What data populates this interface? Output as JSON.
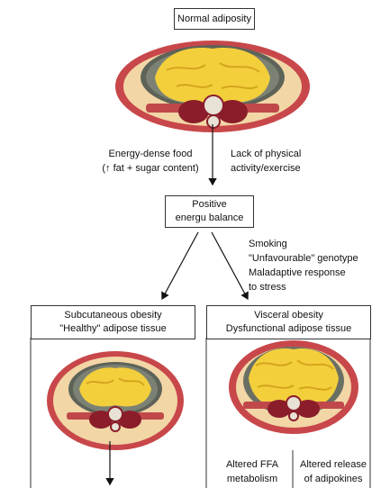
{
  "top_box": {
    "title": "Normal adiposity"
  },
  "left_factors": {
    "line1": "Energy-dense food",
    "line2": "(↑ fat + sugar content)"
  },
  "right_factors": {
    "line1": "Lack of physical",
    "line2": "activity/exercise"
  },
  "balance_box": {
    "line1": "Positive",
    "line2": "energu balance"
  },
  "risk_factors": {
    "line1": "Smoking",
    "line2": "\"Unfavourable\" genotype",
    "line3": "Maladaptive response",
    "line4": "to stress"
  },
  "left_panel": {
    "line1": "Subcutaneous obesity",
    "line2": "\"Healthy\" adipose tissue"
  },
  "right_panel": {
    "line1": "Visceral obesity",
    "line2": "Dysfunctional adipose tissue"
  },
  "bottom_labels": {
    "left_1": "Altered FFA",
    "left_2": "metabolism",
    "right_1": "Altered release",
    "right_2": "of adipokines"
  }
}
